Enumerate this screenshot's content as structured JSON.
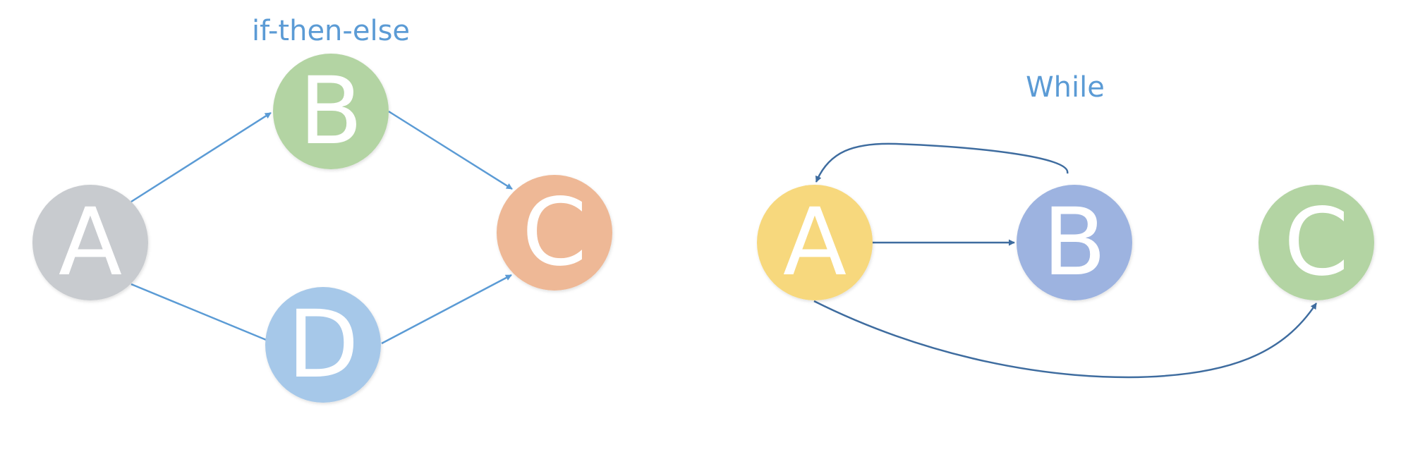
{
  "left_diagram": {
    "title": "if-then-else",
    "nodes": {
      "a": {
        "label": "A",
        "color": "#c8cbcf"
      },
      "b": {
        "label": "B",
        "color": "#b3d4a3"
      },
      "c": {
        "label": "C",
        "color": "#eeb896"
      },
      "d": {
        "label": "D",
        "color": "#a6c8e9"
      }
    },
    "edge_color": "#5b9bd5"
  },
  "right_diagram": {
    "title": "While",
    "nodes": {
      "a": {
        "label": "A",
        "color": "#f7d87d"
      },
      "b": {
        "label": "B",
        "color": "#9db3e0"
      },
      "c": {
        "label": "C",
        "color": "#b3d4a3"
      }
    },
    "edge_color": "#3e6c9f"
  }
}
